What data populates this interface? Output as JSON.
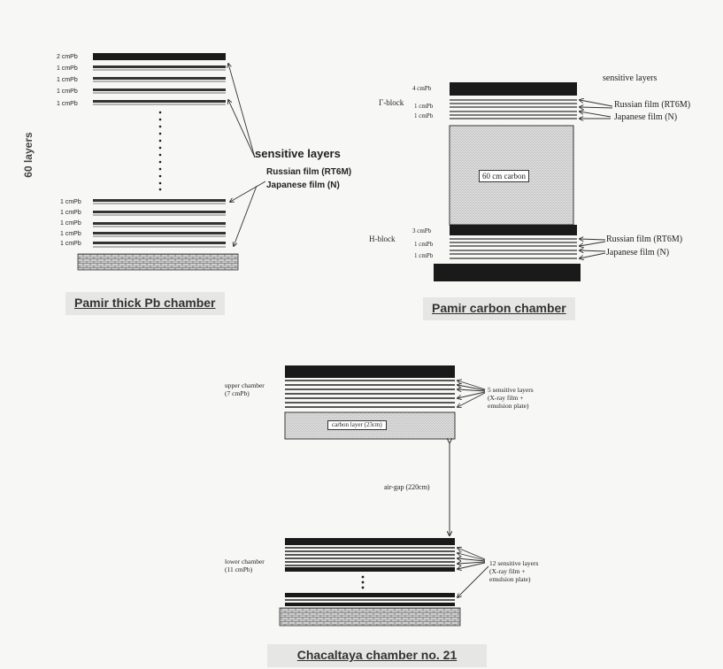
{
  "left": {
    "top_labels": [
      "2 cmPb",
      "1 cmPb",
      "1 cmPb",
      "1 cmPb",
      "1 cmPb"
    ],
    "bottom_labels": [
      "1 cmPb",
      "1 cmPb",
      "1 cmPb",
      "1 cmPb",
      "1 cmPb"
    ],
    "layers_label": "60 layers",
    "sensitive": "sensitive layers",
    "russian": "Russian film (RT6M)",
    "japanese": "Japanese film (N)",
    "caption": "Pamir thick Pb chamber"
  },
  "right": {
    "sensitive": "sensitive layers",
    "gamma_block": "Γ-block",
    "gamma_labels": [
      "4 cmPb",
      "1 cmPb",
      "1 cmPb"
    ],
    "russian1": "Russian film (RT6M)",
    "japanese1": "Japanese film (N)",
    "carbon": "60 cm carbon",
    "h_block": "H-block",
    "h_labels": [
      "3 cmPb",
      "1 cmPb",
      "1 cmPb"
    ],
    "russian2": "Russian film (RT6M)",
    "japanese2": "Japanese film (N)",
    "caption": "Pamir carbon chamber"
  },
  "chacaltaya": {
    "upper_line1": "upper chamber",
    "upper_line2": "(7 cmPb)",
    "upper_sens_line1": "5 sensitive layers",
    "upper_sens_line2": "(X-ray film +",
    "upper_sens_line3": "emulsion plate)",
    "carbon": "carbon layer (23cm)",
    "air_gap": "air-gap (220cm)",
    "lower_line1": "lower chamber",
    "lower_line2": "(11 cmPb)",
    "lower_sens_line1": "12 sensitive layers",
    "lower_sens_line2": "(X-ray film +",
    "lower_sens_line3": "emulsion plate)",
    "caption": "Chacaltaya chamber no. 21"
  }
}
